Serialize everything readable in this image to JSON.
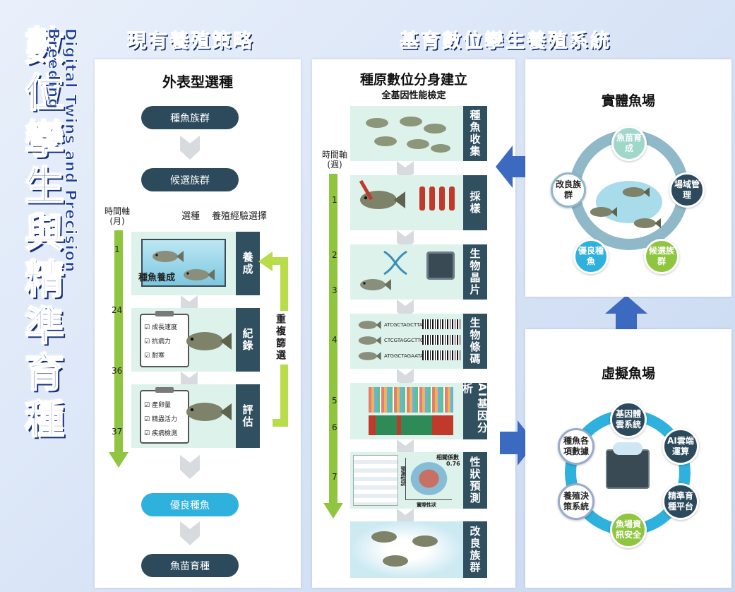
{
  "main_title": [
    "數",
    "位",
    "孿",
    "生",
    "與",
    "精",
    "準",
    "育",
    "種"
  ],
  "english_title": "Digital Twins and Precision Breeding",
  "sections": {
    "existing": "現有養殖策略",
    "system": "基育數位孿生養殖系統"
  },
  "left_panel": {
    "title": "外表型選種",
    "pills": [
      "種魚族群",
      "候選族群",
      "優良種魚",
      "魚苗育種"
    ],
    "select_label": "選種",
    "experience_label": "養殖經驗選擇",
    "time_axis": "時間軸\n(月)",
    "time_ticks": [
      "1",
      "24",
      "36",
      "37"
    ],
    "stages": [
      "養成",
      "紀錄",
      "評估"
    ],
    "stage1_caption": "種魚養成",
    "checklist1": [
      "成長速度",
      "抗病力",
      "耐寒"
    ],
    "checklist2": [
      "產卵量",
      "精蟲活力",
      "疾病檢測"
    ],
    "repeat_label": "重複篩選"
  },
  "middle_panel": {
    "title": "種原數位分身建立",
    "subtitle": "全基因性能檢定",
    "time_axis": "時間軸\n(週)",
    "time_ticks": [
      "1",
      "2",
      "3",
      "4",
      "5",
      "6",
      "7"
    ],
    "stages": [
      "種魚收集",
      "採樣",
      "生物晶片",
      "生物條碼",
      "AI基因分析",
      "性狀預測",
      "改良族群"
    ],
    "barcodes": [
      "ATCGCTAGCTTA...",
      "CTCGTAGGCTTC...",
      "ATGGCTAGAATA..."
    ],
    "corr_label": "相關係數",
    "corr_value": "0.76",
    "pred_axis": "預測性狀",
    "real_axis": "實際性狀"
  },
  "right_top": {
    "title": "實體魚場",
    "nodes": [
      "魚苗育成",
      "場域管理",
      "候選族群",
      "優良種魚",
      "改良族群"
    ]
  },
  "right_bottom": {
    "title": "虛擬魚場",
    "nodes": [
      "基因體雲系統",
      "AI雲端運算",
      "精準育種平台",
      "魚場資訊安全",
      "養殖決策系統",
      "種魚各項數據"
    ]
  },
  "colors": {
    "dark_teal": "#2c4a5c",
    "cyan": "#2fb1de",
    "green": "#8fc53f",
    "mint": "#def2ec",
    "title_blue": "#2f56b8"
  }
}
